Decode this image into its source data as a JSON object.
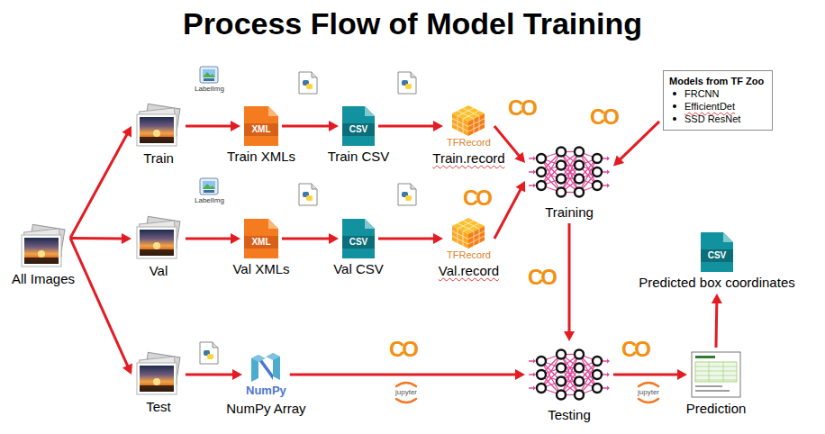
{
  "diagram": {
    "title": "Process Flow of Model Training",
    "nodes": [
      {
        "text": [
          "All Images"
        ]
      },
      {
        "text": [
          "Train"
        ]
      },
      {
        "text": [
          "XML",
          "Train XMLs"
        ]
      },
      {
        "text": [
          "CSV",
          "Train CSV"
        ]
      },
      {
        "text": [
          "TFRecord",
          "Train.record"
        ]
      },
      {
        "text": [
          "Val"
        ]
      },
      {
        "text": [
          "XML",
          "Val XMLs"
        ]
      },
      {
        "text": [
          "CSV",
          "Val CSV"
        ]
      },
      {
        "text": [
          "TFRecord",
          "Val.record"
        ]
      },
      {
        "text": [
          "Test"
        ]
      },
      {
        "text": [
          "NumPy",
          "NumPy Array"
        ]
      },
      {
        "text": [
          "Models from TF Zoo",
          "FRCNN",
          "EfficientDet",
          "SSD ResNet"
        ]
      },
      {
        "text": [
          "Training"
        ]
      },
      {
        "text": [
          "Testing"
        ]
      },
      {
        "text": [
          "Prediction"
        ]
      },
      {
        "text": [
          "CSV",
          "Predicted box coordinates"
        ]
      }
    ],
    "edges": [
      {
        "from": 0,
        "to": 1,
        "arrow": "to"
      },
      {
        "from": 0,
        "to": 5,
        "arrow": "to"
      },
      {
        "from": 0,
        "to": 9,
        "arrow": "to"
      },
      {
        "from": 1,
        "to": 2,
        "arrow": "to"
      },
      {
        "from": 2,
        "to": 3,
        "arrow": "to"
      },
      {
        "from": 3,
        "to": 4,
        "arrow": "to"
      },
      {
        "from": 4,
        "to": 12,
        "arrow": "to"
      },
      {
        "from": 5,
        "to": 6,
        "arrow": "to"
      },
      {
        "from": 6,
        "to": 7,
        "arrow": "to"
      },
      {
        "from": 7,
        "to": 8,
        "arrow": "to"
      },
      {
        "from": 8,
        "to": 12,
        "arrow": "to"
      },
      {
        "from": 9,
        "to": 10,
        "arrow": "to"
      },
      {
        "from": 10,
        "to": 13,
        "arrow": "to"
      },
      {
        "from": 11,
        "to": 12,
        "arrow": "to"
      },
      {
        "from": 12,
        "to": 13,
        "arrow": "to"
      },
      {
        "from": 13,
        "to": 14,
        "arrow": "to"
      },
      {
        "from": 14,
        "to": 15,
        "arrow": "to"
      }
    ],
    "labels": [
      "LabelImg",
      "LabelImg",
      "CO",
      "CO",
      "CO",
      "CO",
      "CO",
      "CO",
      "jupyter",
      "jupyter"
    ]
  }
}
